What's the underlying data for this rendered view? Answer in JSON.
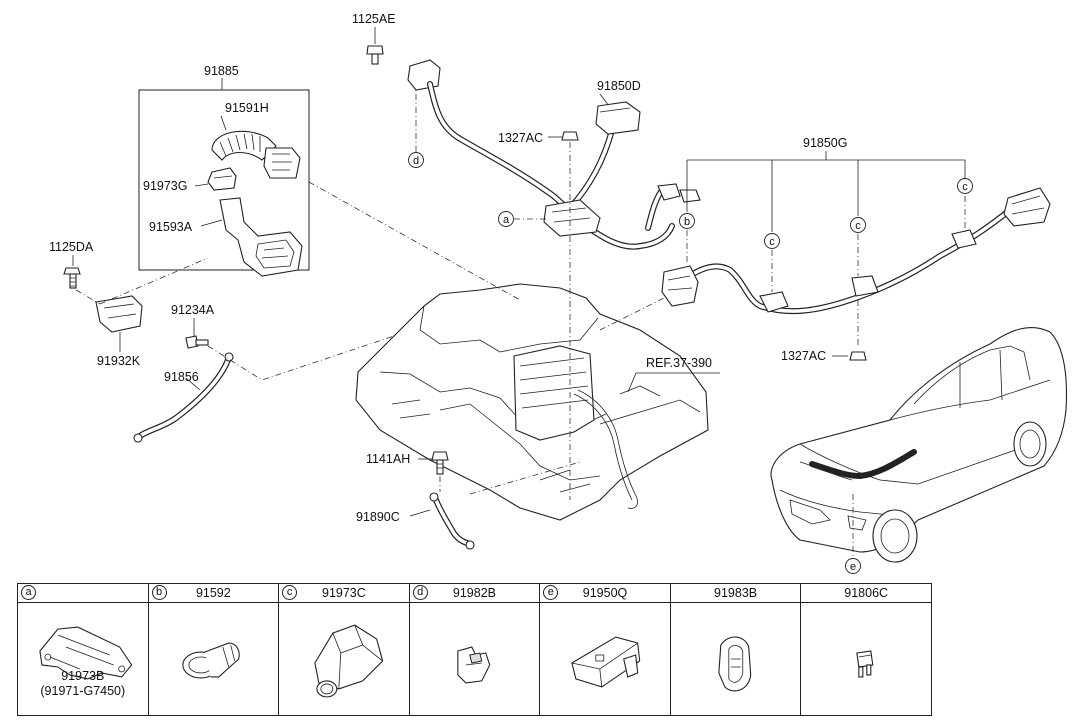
{
  "callouts": {
    "c1125AE": "1125AE",
    "c91885": "91885",
    "c91591H": "91591H",
    "c91973G": "91973G",
    "c91593A": "91593A",
    "c1125DA": "1125DA",
    "c91932K": "91932K",
    "c91234A": "91234A",
    "c91856": "91856",
    "c91850D": "91850D",
    "c1327AC_top": "1327AC",
    "c91850G": "91850G",
    "c1327AC_right": "1327AC",
    "ref": "REF.37-390",
    "c1141AH": "1141AH",
    "c91890C": "91890C"
  },
  "markers": {
    "a": "a",
    "b": "b",
    "c1": "c",
    "c2": "c",
    "c3": "c",
    "d": "d",
    "e": "e"
  },
  "legend": {
    "headers": [
      {
        "letter": "a",
        "label": ""
      },
      {
        "letter": "b",
        "label": "91592"
      },
      {
        "letter": "c",
        "label": "91973C"
      },
      {
        "letter": "d",
        "label": "91982B"
      },
      {
        "letter": "e",
        "label": "91950Q"
      },
      {
        "letter": "",
        "label": "91983B"
      },
      {
        "letter": "",
        "label": "91806C"
      }
    ],
    "a_label_line1": "91973B",
    "a_label_line2": "(91971-G7450)"
  }
}
